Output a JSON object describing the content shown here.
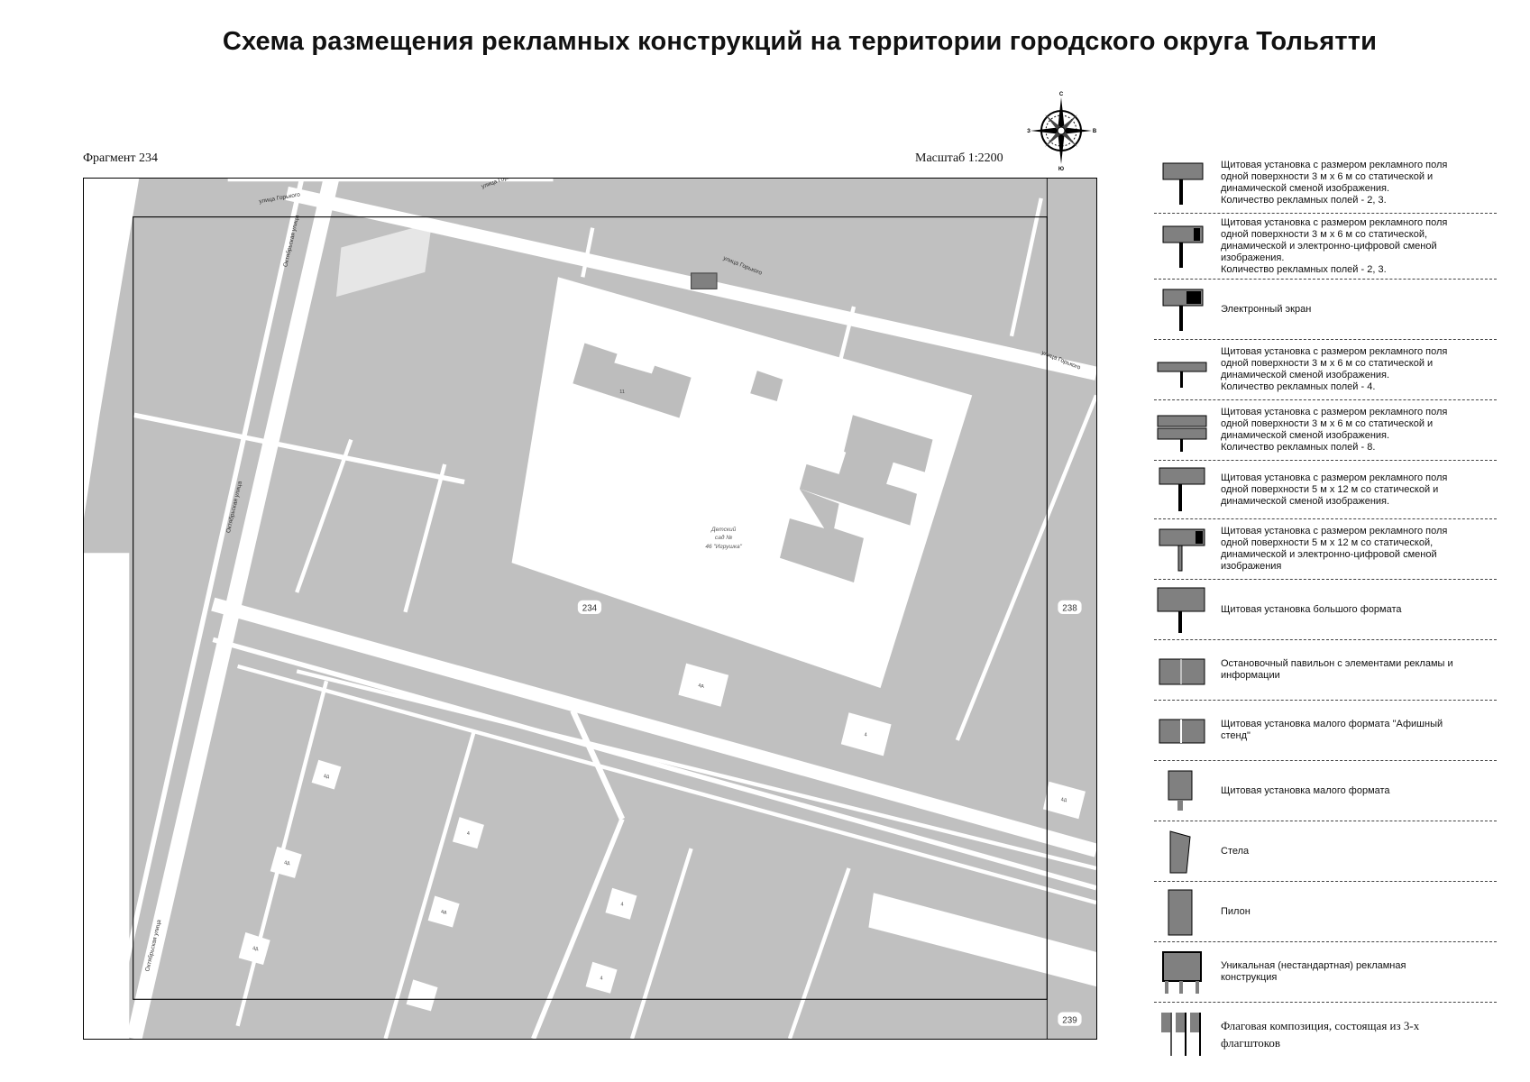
{
  "title": "Схема размещения рекламных конструкций на территории городского округа Тольятти",
  "fragment": "Фрагмент 234",
  "scale": "Масштаб 1:2200",
  "compass": {
    "n": "С",
    "s": "Ю",
    "w": "З",
    "e": "В"
  },
  "map": {
    "street_labels": [
      "улица Горького",
      "улица Горького",
      "улица Горького",
      "улица Горького",
      "Октябрьская улица",
      "Октябрьская улица",
      "Октябрьская улица"
    ],
    "block_numbers": [
      "234",
      "238",
      "239"
    ],
    "kindergarten": [
      "Детский",
      "сад №",
      "46 \"Игрушка\""
    ],
    "house_numbers": [
      "11",
      "4д",
      "4",
      "4д",
      "4д",
      "4д",
      "4",
      "4д",
      "4",
      "4д",
      "4"
    ],
    "colors": {
      "background": "#c0c0c0",
      "roads": "#ffffff",
      "buildings": "#bdbdbd",
      "construction": "#808080"
    }
  },
  "legend": [
    {
      "icon": "billboard-3x6",
      "text": "Щитовая установка с размером рекламного поля\nодной поверхности 3 м х 6 м со статической и\nдинамической сменой изображения.\nКоличество рекламных полей - 2, 3."
    },
    {
      "icon": "billboard-3x6-digital",
      "text": "Щитовая установка с размером рекламного поля\nодной поверхности 3 м х 6 м со статической,\nдинамической и электронно-цифровой сменой\nизображения.\nКоличество рекламных полей - 2, 3."
    },
    {
      "icon": "electronic-screen",
      "text": "Электронный экран"
    },
    {
      "icon": "billboard-4-fields",
      "text": "Щитовая установка с размером рекламного поля\nодной поверхности 3 м х 6 м со статической и\nдинамической сменой изображения.\nКоличество рекламных полей - 4."
    },
    {
      "icon": "billboard-8-fields",
      "text": "Щитовая установка с размером рекламного поля\nодной поверхности 3 м х 6 м со статической и\nдинамической сменой изображения.\nКоличество рекламных полей - 8."
    },
    {
      "icon": "billboard-5x12",
      "text": "Щитовая установка с размером рекламного поля\nодной поверхности 5 м х 12 м со статической и\nдинамической сменой изображения."
    },
    {
      "icon": "billboard-5x12-digital",
      "text": "Щитовая установка с размером рекламного поля\nодной поверхности 5 м х 12 м со статической,\nдинамической и электронно-цифровой сменой\nизображения"
    },
    {
      "icon": "large-billboard",
      "text": "Щитовая установка большого формата"
    },
    {
      "icon": "bus-stop-pavilion",
      "text": "Остановочный павильон с элементами рекламы и\nинформации"
    },
    {
      "icon": "poster-stand",
      "text": "Щитовая установка малого формата \"Афишный\nстенд\""
    },
    {
      "icon": "small-billboard",
      "text": "Щитовая установка малого формата"
    },
    {
      "icon": "stele",
      "text": "Стела"
    },
    {
      "icon": "pylon",
      "text": "Пилон"
    },
    {
      "icon": "unique-construction",
      "text": "Уникальная (нестандартная) рекламная\nконструкция"
    },
    {
      "icon": "flag-composition",
      "text": "Флаговая композиция, состоящая из 3-х\nфлагштоков"
    }
  ]
}
